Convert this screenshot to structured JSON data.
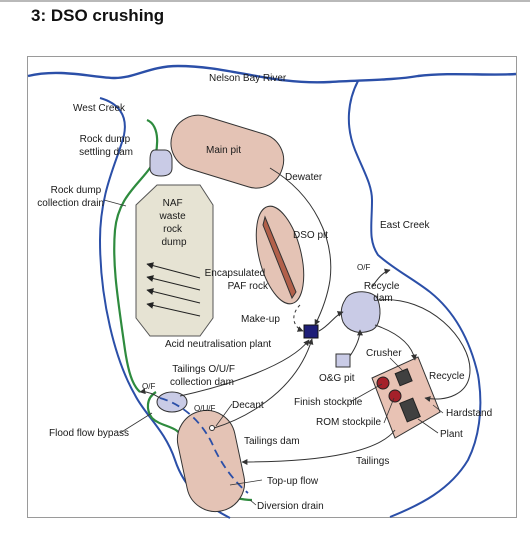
{
  "title": "3: DSO crushing",
  "colors": {
    "river": "#2b4fa8",
    "drain": "#2e8b3e",
    "pit_fill": "#e4c3b5",
    "paf_fill": "#b2604a",
    "waste_fill": "#e6e3d3",
    "dam_fill": "#c9cbe6",
    "neutraliser": "#1e1e78",
    "og_pit": "#c9cbe6",
    "hardstand_fill": "#e8c2b4",
    "rom_fill": "#a5202a",
    "plant_fill": "#404040",
    "flow_line": "#333333"
  },
  "labels": {
    "nelson_bay_river": "Nelson Bay River",
    "west_creek": "West Creek",
    "rock_dump_settling_dam": [
      "Rock dump",
      "settling dam"
    ],
    "main_pit": "Main pit",
    "dewater": "Dewater",
    "rock_dump_collection_drain": [
      "Rock dump",
      "collection drain"
    ],
    "naf_waste_rock_dump": [
      "NAF",
      "waste",
      "rock",
      "dump"
    ],
    "dso_pit": "DSO pit",
    "east_creek": "East Creek",
    "of_east": "O/F",
    "encapsulated_paf_rock": [
      "Encapsulated",
      "PAF rock"
    ],
    "recycle_dam": [
      "Recycle",
      "dam"
    ],
    "make_up": "Make-up",
    "acid_neutralisation_plant": "Acid neutralisation plant",
    "crusher": "Crusher",
    "og_pit": "O&G pit",
    "tailings_ouf_collection_dam": [
      "Tailings O/U/F",
      "collection dam"
    ],
    "recycle": "Recycle",
    "of_west": "O/F",
    "ouf": "O/U/F",
    "decant": "Decant",
    "finish_stockpile": "Finish stockpile",
    "hardstand": "Hardstand",
    "rom_stockpile": "ROM stockpile",
    "flood_flow_bypass": "Flood flow bypass",
    "plant": "Plant",
    "tailings_dam": "Tailings dam",
    "tailings": "Tailings",
    "top_up_flow": "Top-up flow",
    "diversion_drain": "Diversion drain"
  }
}
